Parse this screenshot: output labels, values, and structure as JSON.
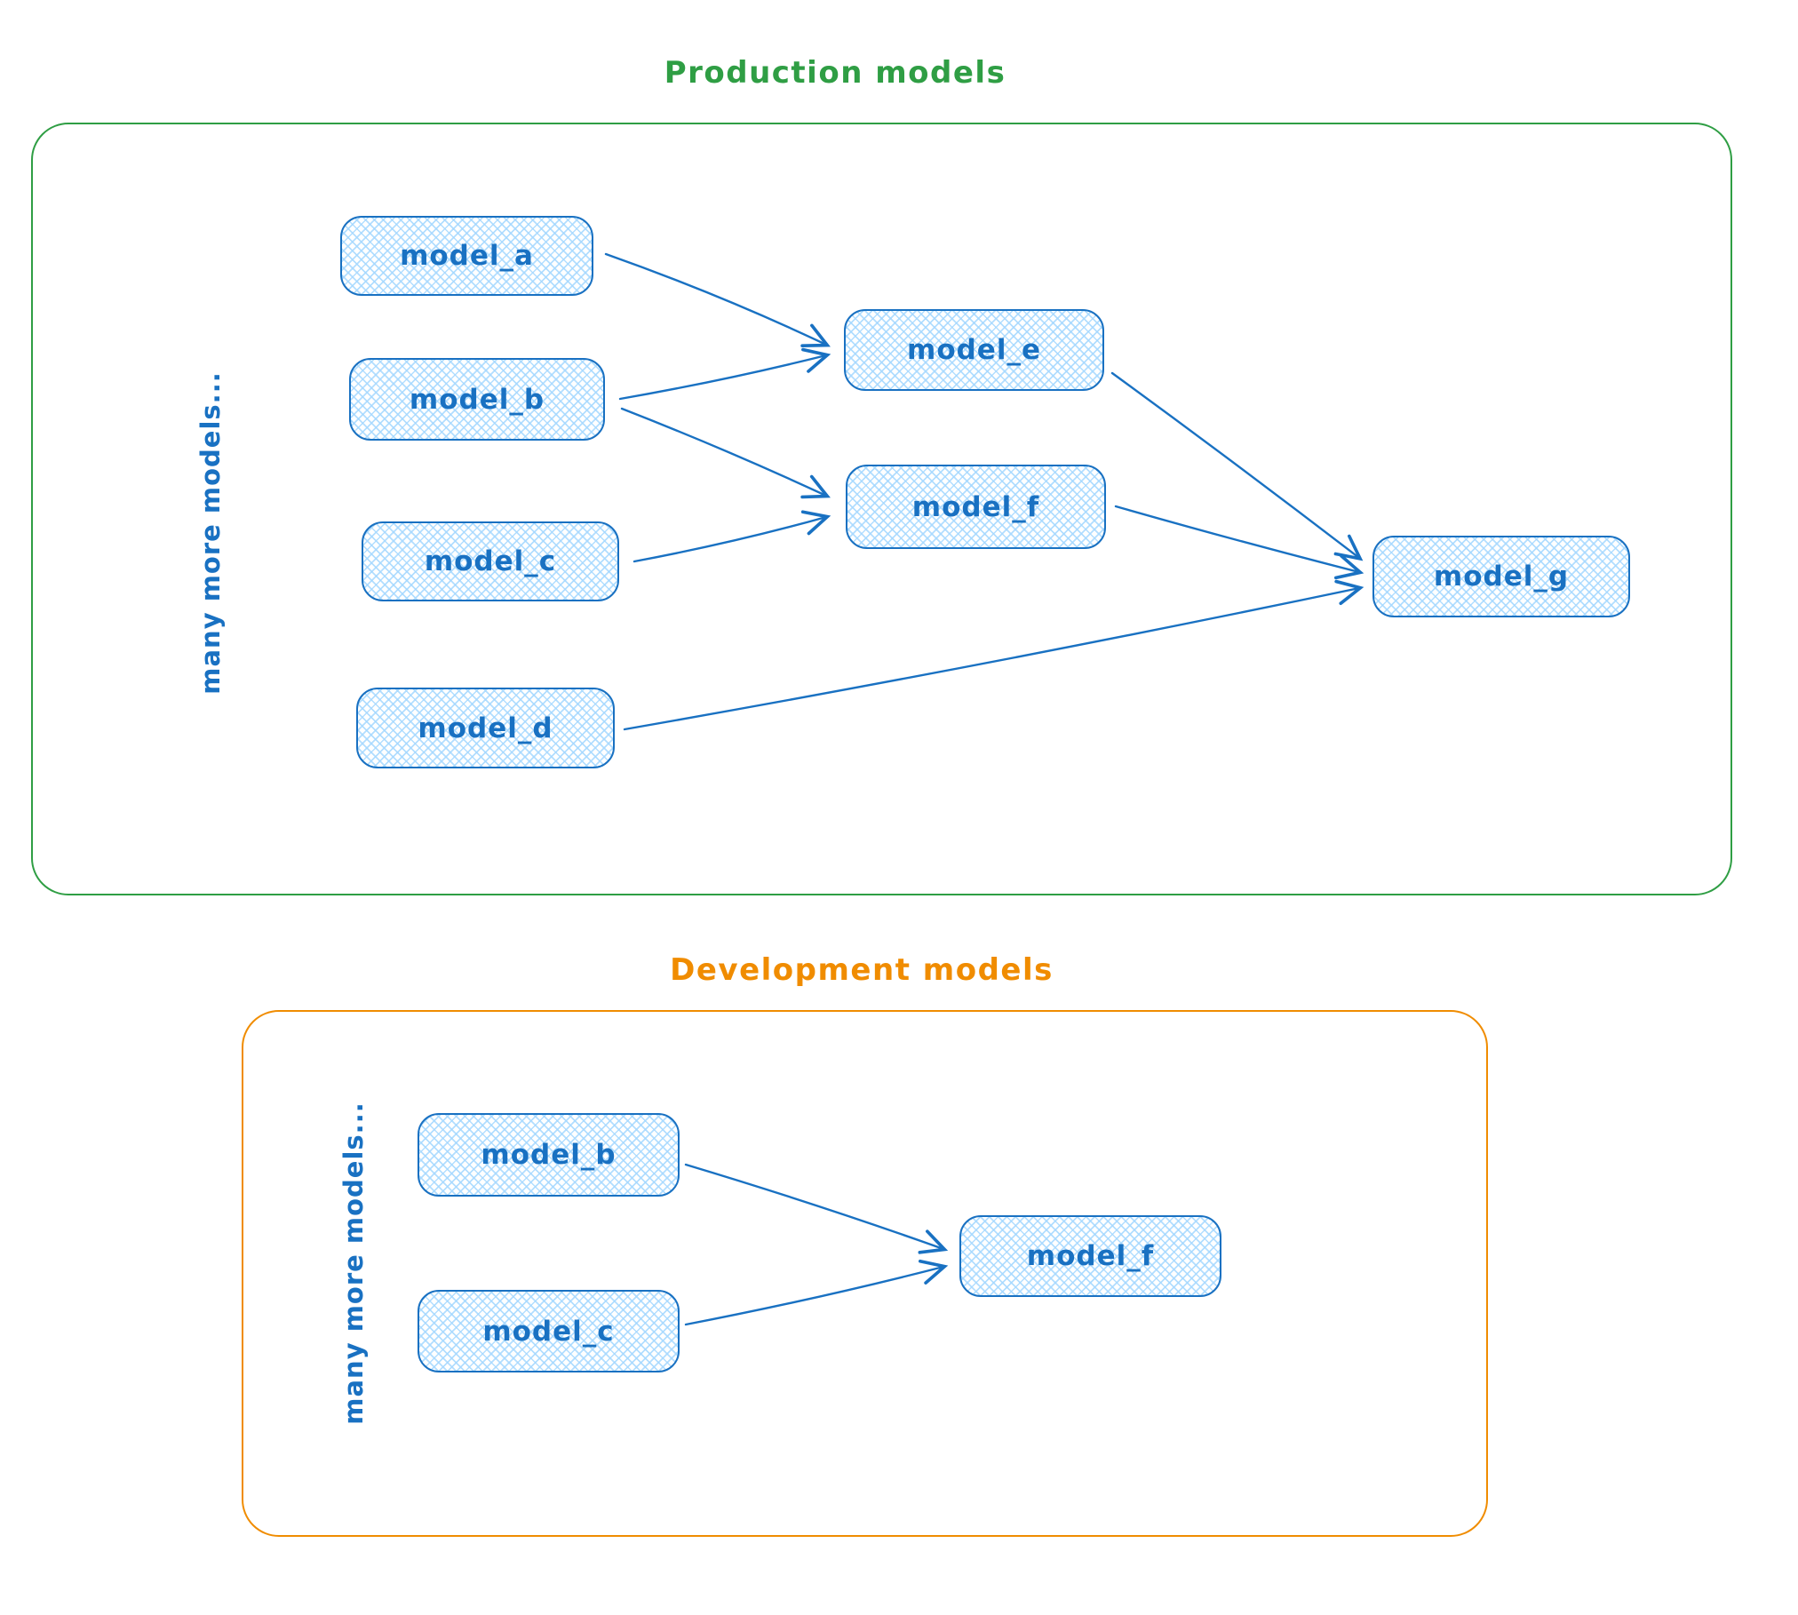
{
  "colors": {
    "node_stroke": "#1971c2",
    "node_fill_hatch": "#a5d8ff",
    "production_accent": "#2f9e44",
    "development_accent": "#f08c00"
  },
  "production": {
    "title": "Production models",
    "side_label": "many more models...",
    "nodes": [
      {
        "id": "model_a",
        "label": "model_a"
      },
      {
        "id": "model_b",
        "label": "model_b"
      },
      {
        "id": "model_c",
        "label": "model_c"
      },
      {
        "id": "model_d",
        "label": "model_d"
      },
      {
        "id": "model_e",
        "label": "model_e"
      },
      {
        "id": "model_f",
        "label": "model_f"
      },
      {
        "id": "model_g",
        "label": "model_g"
      }
    ],
    "edges": [
      {
        "from": "model_a",
        "to": "model_e"
      },
      {
        "from": "model_b",
        "to": "model_e"
      },
      {
        "from": "model_b",
        "to": "model_f"
      },
      {
        "from": "model_c",
        "to": "model_f"
      },
      {
        "from": "model_e",
        "to": "model_g"
      },
      {
        "from": "model_f",
        "to": "model_g"
      },
      {
        "from": "model_d",
        "to": "model_g"
      }
    ]
  },
  "development": {
    "title": "Development models",
    "side_label": "many more models...",
    "nodes": [
      {
        "id": "model_b",
        "label": "model_b"
      },
      {
        "id": "model_c",
        "label": "model_c"
      },
      {
        "id": "model_f",
        "label": "model_f"
      }
    ],
    "edges": [
      {
        "from": "model_b",
        "to": "model_f"
      },
      {
        "from": "model_c",
        "to": "model_f"
      }
    ]
  }
}
